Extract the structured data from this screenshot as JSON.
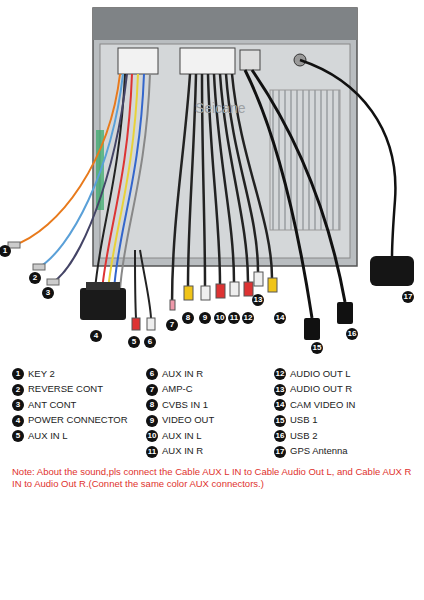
{
  "diagram": {
    "labels": [
      "1",
      "2",
      "3",
      "4",
      "5",
      "6",
      "7",
      "8",
      "9",
      "10",
      "11",
      "12",
      "13",
      "14",
      "15",
      "16",
      "17",
      "1",
      "KEY 2",
      "2",
      "REVERSE CONT",
      "3",
      "ANT CONT",
      "4",
      "POWER CONNECTOR",
      "5",
      "AUX IN L",
      "6",
      "AUX IN R",
      "7",
      "AMP-C",
      "8",
      "CVBS IN 1",
      "9",
      "VIDEO OUT",
      "10",
      "AUX IN L",
      "11",
      "AUX IN R",
      "12",
      "AUDIO OUT L",
      "13",
      "AUDIO OUT R",
      "14",
      "CAM VIDEO IN",
      "15",
      "USB 1",
      "16",
      "USB 2",
      "17",
      "GPS Antenna",
      "Note: About the sound,pls connect the Cable AUX L IN to Cable Audio Out L, and Cable AUX R IN to Audio Out R.(Connet the same color AUX connectors.)",
      "Seicane"
    ]
  }
}
